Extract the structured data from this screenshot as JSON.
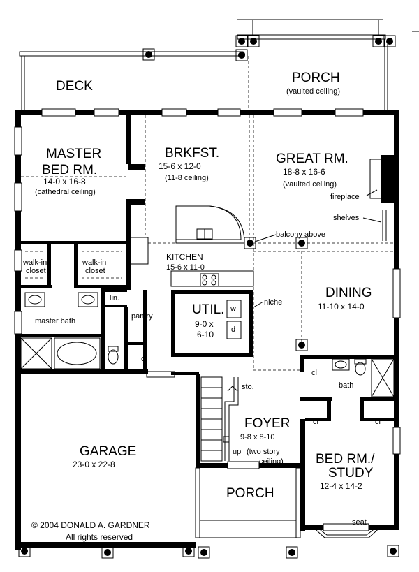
{
  "rooms": {
    "deck": {
      "name": "DECK"
    },
    "porch_rear": {
      "name": "PORCH",
      "note": "(vaulted ceiling)"
    },
    "master": {
      "name1": "MASTER",
      "name2": "BED RM.",
      "size": "14-0 x 16-8",
      "note": "(cathedral ceiling)"
    },
    "brkfst": {
      "name": "BRKFST.",
      "size": "15-6 x 12-0",
      "note": "(11-8 ceiling)"
    },
    "great": {
      "name": "GREAT RM.",
      "size": "18-8 x 16-6",
      "note": "(vaulted ceiling)"
    },
    "kitchen": {
      "name": "KITCHEN",
      "size": "15-6 x 11-0"
    },
    "util": {
      "name": "UTIL.",
      "size1": "9-0 x",
      "size2": "6-10"
    },
    "dining": {
      "name": "DINING",
      "size": "11-10 x 14-0"
    },
    "garage": {
      "name": "GARAGE",
      "size": "23-0 x 22-8"
    },
    "foyer": {
      "name": "FOYER",
      "size": "9-8 x 8-10",
      "note1": "(two story",
      "note2": "ceiling)"
    },
    "bedroom": {
      "name1": "BED RM./",
      "name2": "STUDY",
      "size": "12-4 x 14-2"
    },
    "porch_front": {
      "name": "PORCH"
    }
  },
  "labels": {
    "walkin1_a": "walk-in",
    "walkin1_b": "closet",
    "walkin2_a": "walk-in",
    "walkin2_b": "closet",
    "lin": "lin.",
    "master_bath": "master bath",
    "pantry": "pantry",
    "cl_pantry": "cl",
    "fireplace": "fireplace",
    "shelves": "shelves",
    "balcony": "balcony above",
    "niche": "niche",
    "w": "w",
    "d": "d",
    "sto": "sto.",
    "bath": "bath",
    "cl_bath": "cl",
    "cl_foyer": "cl",
    "cl_bed": "cl",
    "up": "up",
    "seat": "seat"
  },
  "copyright": {
    "line1": "© 2004 DONALD A. GARDNER",
    "line2": "All rights reserved"
  }
}
